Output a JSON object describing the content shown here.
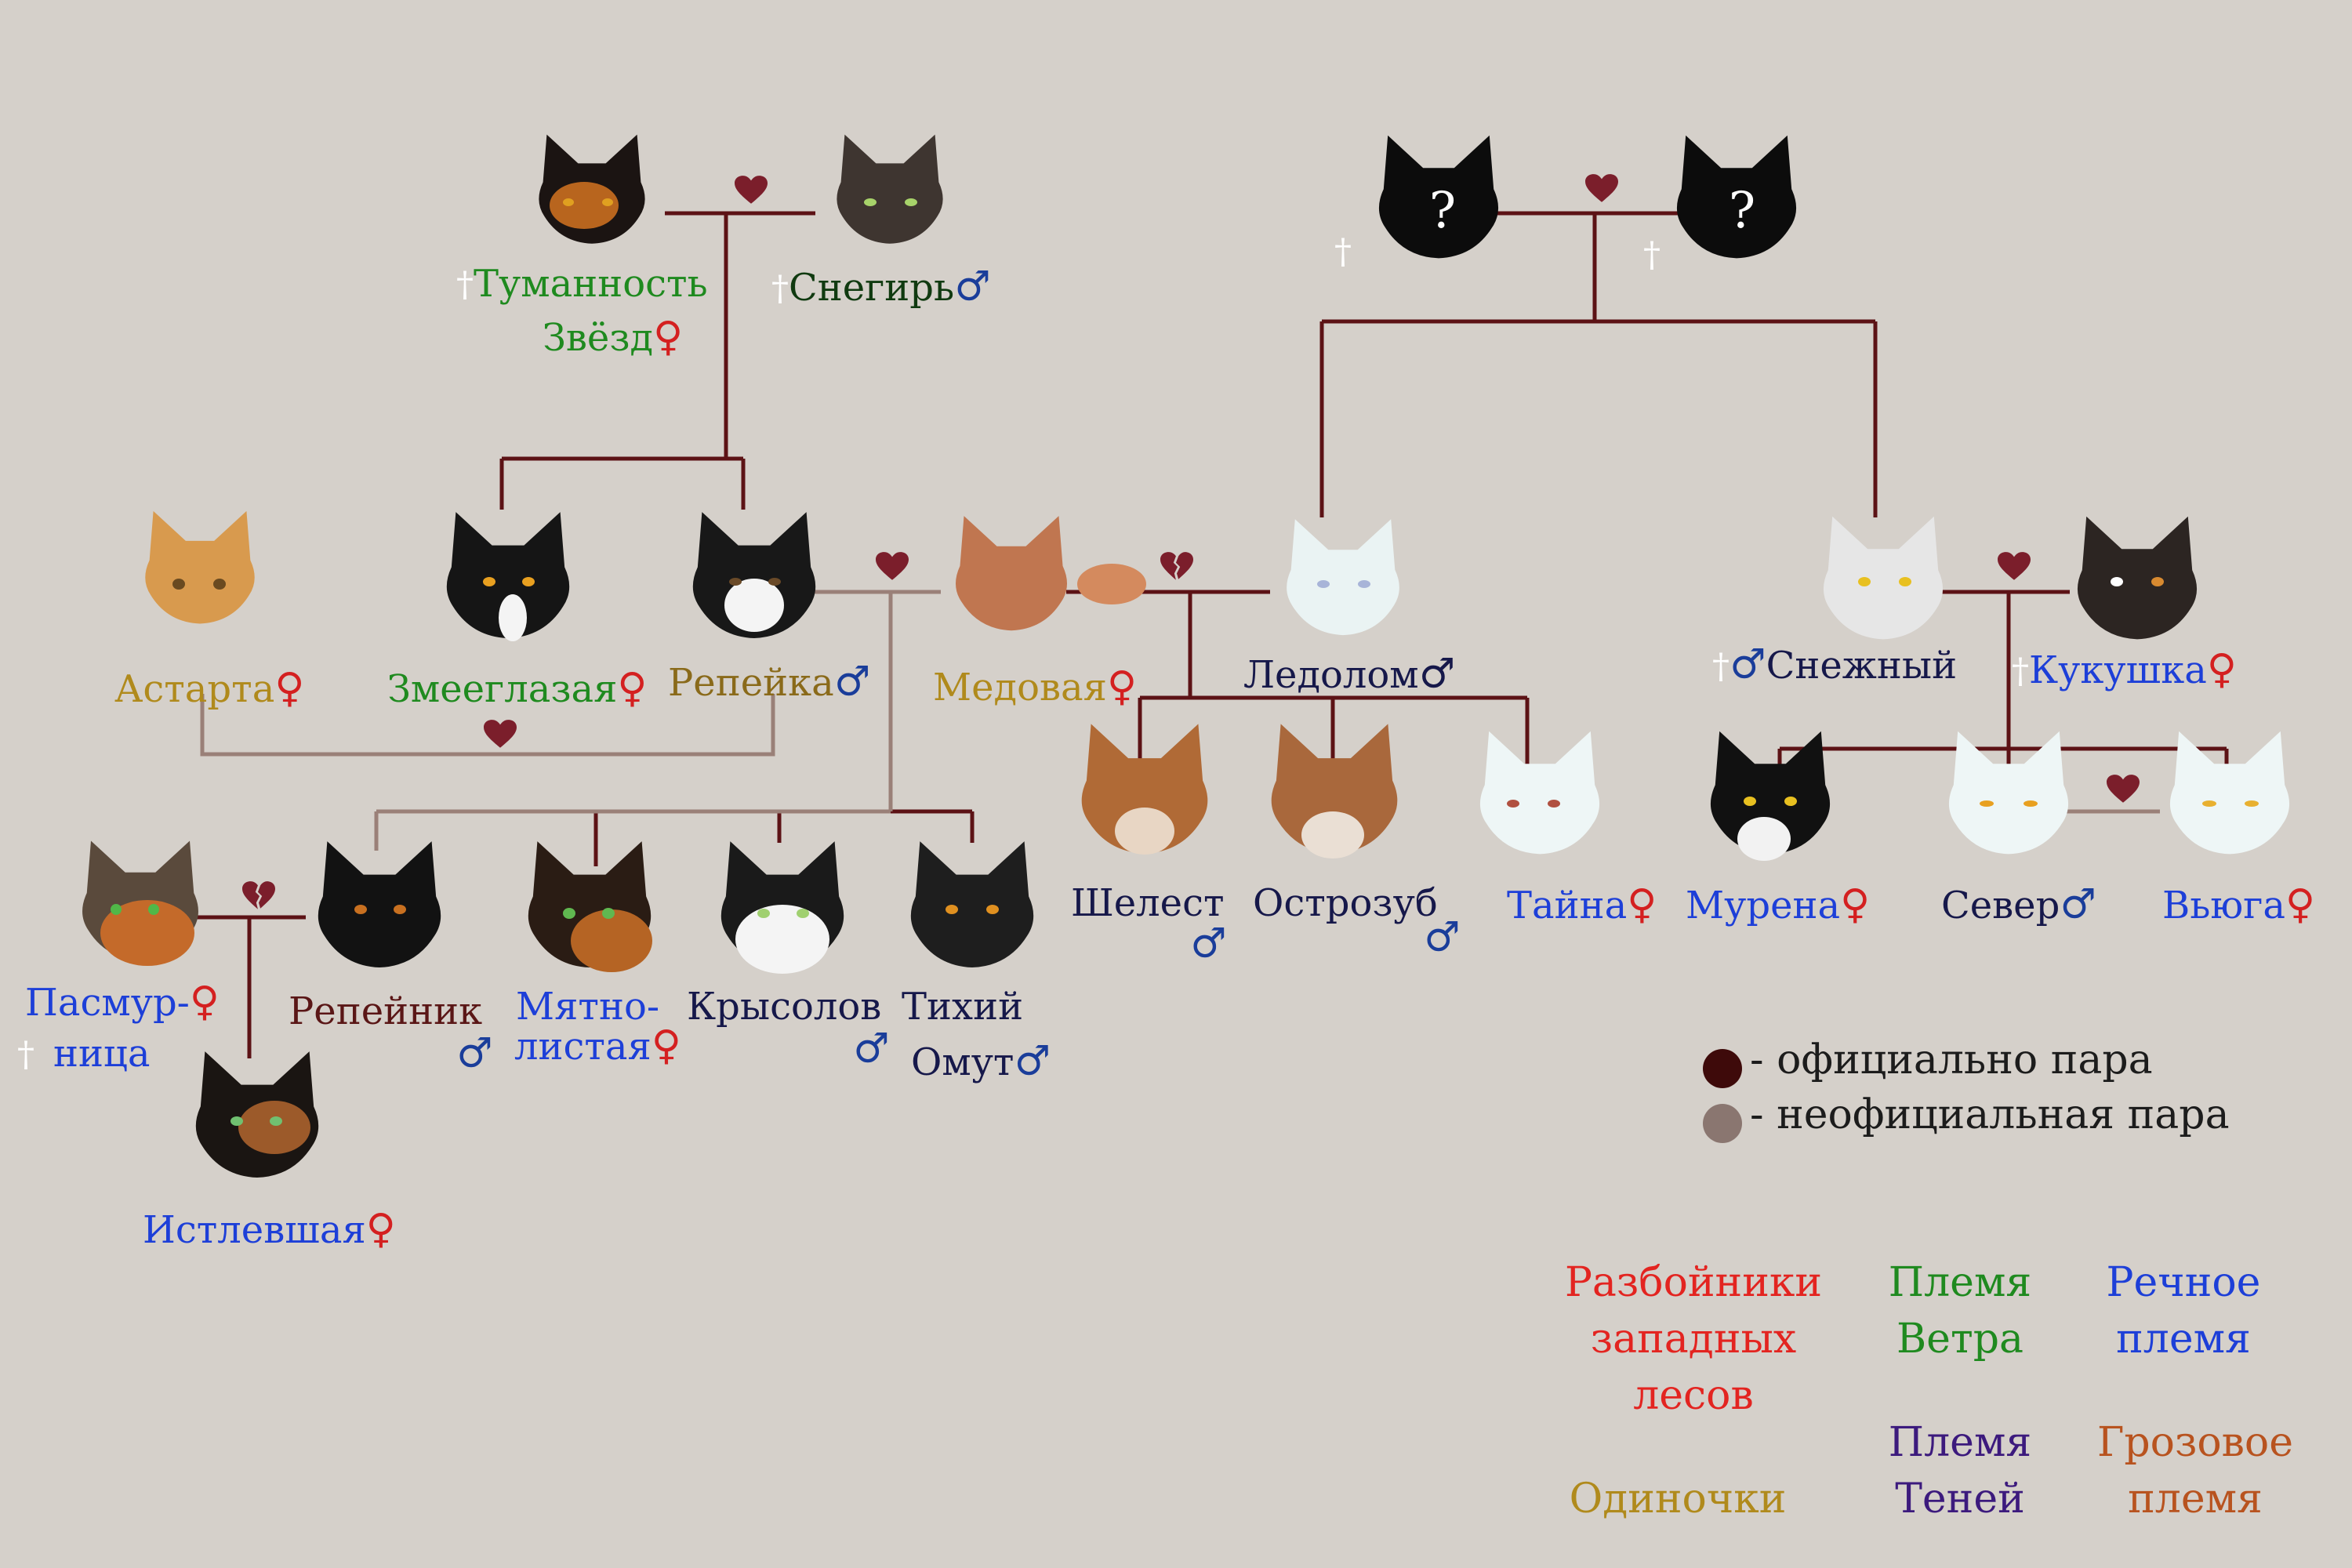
{
  "colors": {
    "background": "#d5d0ca",
    "official_line": "#5c1215",
    "unofficial_line": "#9a8078",
    "heart": "#7b1e2b",
    "female": "#d42020",
    "male": "#1a3d9a",
    "cross": "#ffffff",
    "rogues": "#e32420",
    "wind": "#1f8a1f",
    "river": "#1d3fd8",
    "shadow": "#3c1a7d",
    "thunder": "#b8531f",
    "loners": "#b08a1c",
    "dark_navy": "#16184a",
    "dark_green": "#103a10",
    "maroon": "#5a1616"
  },
  "symbols": {
    "female": "♀",
    "male": "♂",
    "cross": "†"
  },
  "cats": {
    "tumannost": {
      "name": "Туманность",
      "name2": "Звёзд"
    },
    "snegir": {
      "name": "Снегирь"
    },
    "unknown": {
      "mark": "?"
    },
    "astarta": {
      "name": "Астарта"
    },
    "zmeeglazaya": {
      "name": "Змееглазая"
    },
    "repeika": {
      "name": "Репейка"
    },
    "medovaya": {
      "name": "Медовая"
    },
    "ledolom": {
      "name": "Ледолом"
    },
    "snezhny": {
      "name": "Снежный"
    },
    "kukushka": {
      "name": "Кукушка"
    },
    "pasmurnitsa": {
      "name": "Пасмур-",
      "name2": "ница"
    },
    "repeinik": {
      "name": "Репейник"
    },
    "myatnolistaya": {
      "name": "Мятно-",
      "name2": "листая"
    },
    "krysolov": {
      "name": "Крысолов"
    },
    "tikhy": {
      "name": "Тихий",
      "name2": "Омут"
    },
    "shelest": {
      "name": "Шелест"
    },
    "ostrozub": {
      "name": "Острозуб"
    },
    "taina": {
      "name": "Тайна"
    },
    "murena": {
      "name": "Мурена"
    },
    "sever": {
      "name": "Север"
    },
    "vyuga": {
      "name": "Вьюга"
    },
    "istlevshaya": {
      "name": "Истлевшая"
    }
  },
  "legend": {
    "official": "- официально пара",
    "unofficial": "- неофициальная пара"
  },
  "clans": {
    "rogues": [
      "Разбойники",
      "западных",
      "лесов"
    ],
    "wind": [
      "Племя",
      "Ветра"
    ],
    "river": [
      "Речное",
      "племя"
    ],
    "shadow": [
      "Племя",
      "Теней"
    ],
    "thunder": [
      "Грозовое",
      "племя"
    ],
    "loners": [
      "Одиночки"
    ]
  }
}
